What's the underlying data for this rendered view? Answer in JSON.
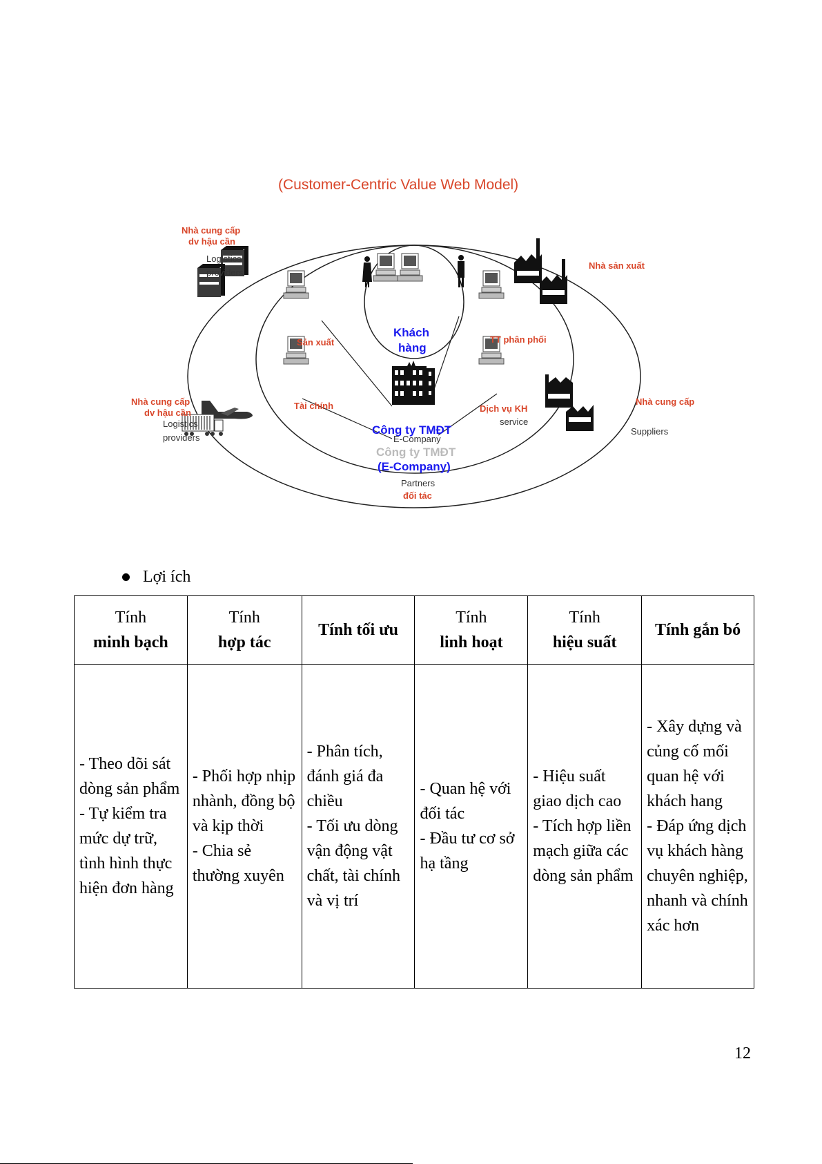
{
  "diagram": {
    "title": "(Customer-Centric Value Web Model)",
    "labels": {
      "logistics_top_vi_1": "Nhà cung cấp",
      "logistics_top_vi_2": "dv hậu cần",
      "logistics_top_en_1": "Logistics",
      "logistics_top_en_2": "providers",
      "manufacturer_vi": "Nhà sản xuất",
      "production_vi": "Sản xuất",
      "customer_vi_1": "Khách",
      "customer_vi_2": "hàng",
      "distribution_vi": "TT phân phối",
      "finance_vi": "Tài chính",
      "customer_service_vi": "Dịch vụ KH",
      "customer_service_en": "service",
      "ecompany_vi": "Công ty TMĐT",
      "ecompany_en": "E-Company",
      "ecompany_vi_gray": "Công ty TMĐT",
      "ecompany_paren": "(E-Company)",
      "partners_en": "Partners",
      "partners_vi": "đối tác",
      "logistics_bottom_vi_1": "Nhà cung cấp",
      "logistics_bottom_vi_2": "dv hậu cần",
      "logistics_bottom_en_1": "Logistics",
      "logistics_bottom_en_2": "providers",
      "supplier_vi": "Nhà cung cấp",
      "supplier_en": "Suppliers"
    }
  },
  "section": {
    "bullet": "Lợi ích"
  },
  "table": {
    "headers": [
      {
        "line1": "Tính",
        "line2": "minh bạch"
      },
      {
        "line1": "Tính",
        "line2": "hợp tác"
      },
      {
        "line1": "",
        "line2": "Tính tối ưu"
      },
      {
        "line1": "Tính",
        "line2": "linh hoạt"
      },
      {
        "line1": "Tính",
        "line2": "hiệu suất"
      },
      {
        "line1": "",
        "line2": "Tính gắn bó"
      }
    ],
    "cells": [
      [
        "- Theo dõi sát dòng sản phẩm",
        "- Tự kiểm tra mức dự trữ, tình hình thực hiện đơn hàng"
      ],
      [
        "- Phối hợp nhịp nhành, đồng bộ và kịp thời",
        "- Chia sẻ thường xuyên"
      ],
      [
        "- Phân tích, đánh giá đa chiều",
        "- Tối ưu dòng vận động vật chất, tài chính và vị trí"
      ],
      [
        "- Quan hệ với đối tác",
        "- Đầu tư cơ sở hạ tầng"
      ],
      [
        "- Hiệu suất giao dịch cao",
        "- Tích hợp liền mạch giữa các dòng sản phẩm"
      ],
      [
        "- Xây dựng và củng cố mối quan hệ với khách hang",
        "- Đáp ứng dịch vụ khách hàng chuyên nghiệp, nhanh và chính xác hơn"
      ]
    ]
  },
  "footer": {
    "page_number": "12"
  }
}
